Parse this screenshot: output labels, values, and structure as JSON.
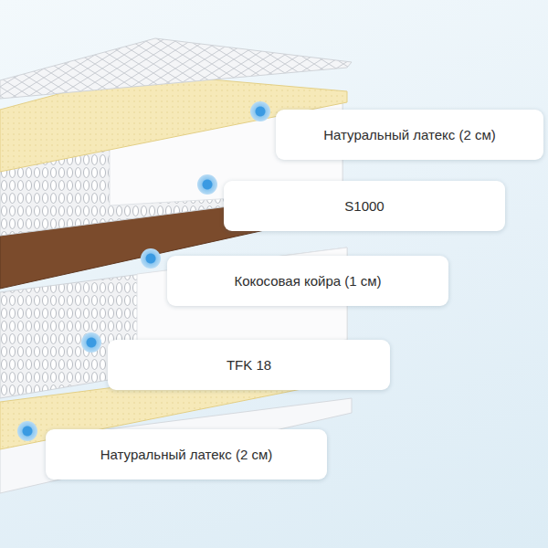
{
  "diagram": {
    "nodes": [
      {
        "text": [
          "Натуральный латекс (2 см)"
        ]
      },
      {
        "text": [
          "S1000"
        ]
      },
      {
        "text": [
          "Кокосовая койра (1 см)"
        ]
      },
      {
        "text": [
          "TFK 18"
        ]
      },
      {
        "text": [
          "Натуральный латекс (2 см)"
        ]
      }
    ]
  }
}
